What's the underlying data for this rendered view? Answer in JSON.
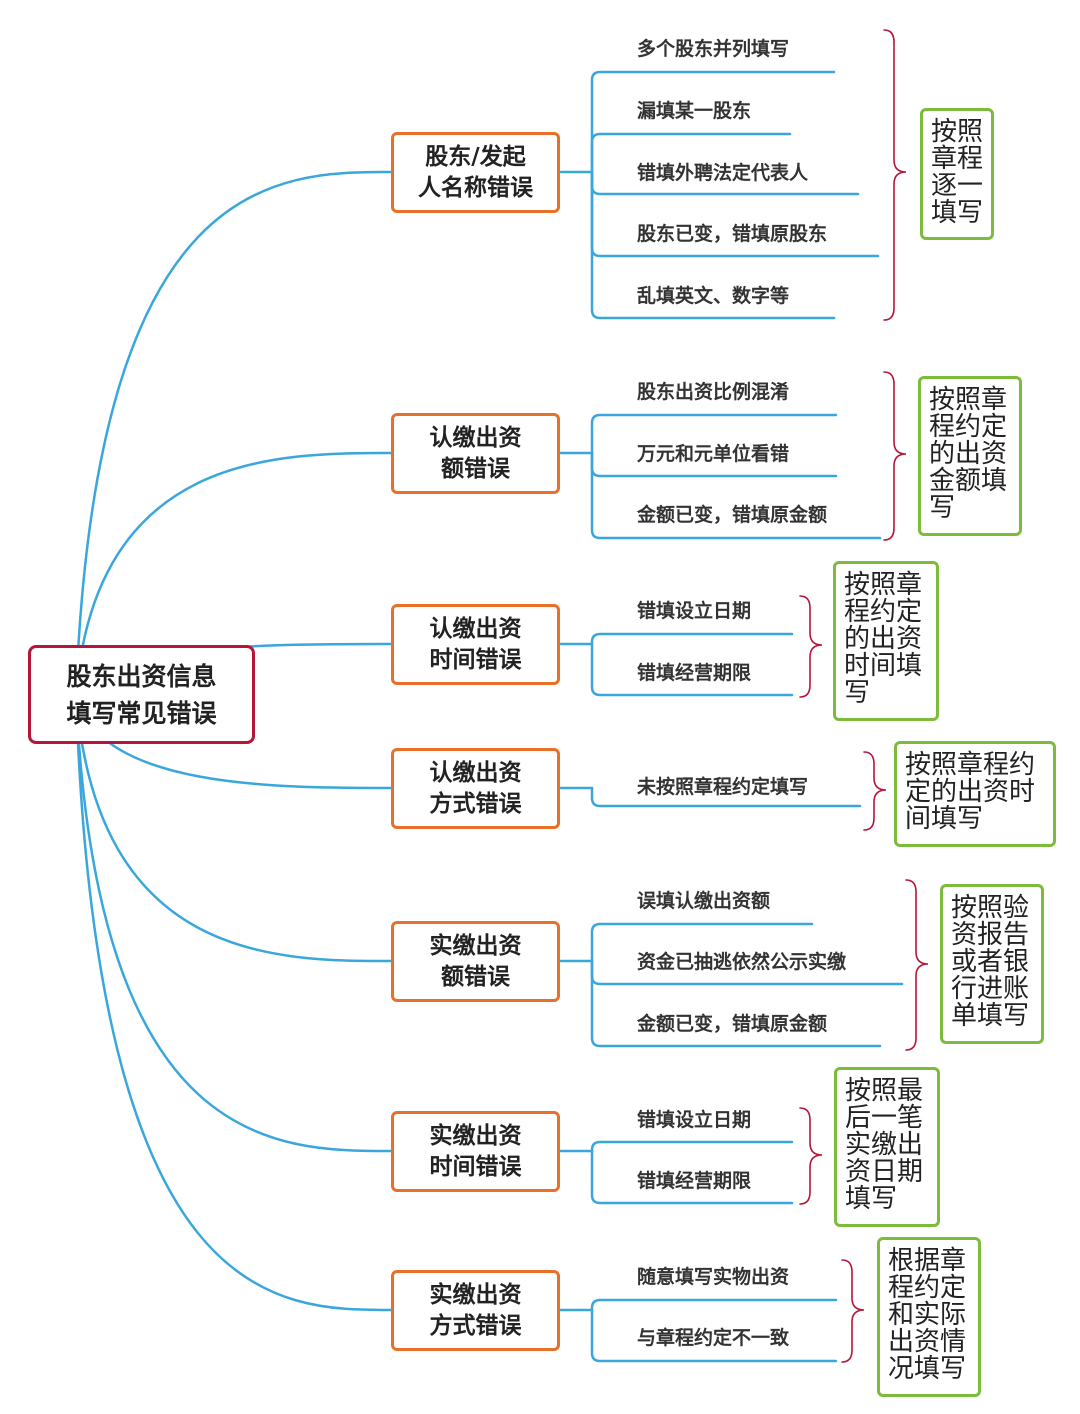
{
  "root": {
    "line1": "股东出资信息",
    "line2": "填写常见错误"
  },
  "groups": [
    {
      "title": [
        "股东/发起",
        "人名称错误"
      ],
      "items": [
        "多个股东并列填写",
        "漏填某一股东",
        "错填外聘法定代表人",
        "股东已变，错填原股东",
        "乱填英文、数字等"
      ],
      "note": "按照章程逐一填写"
    },
    {
      "title": [
        "认缴出资",
        "额错误"
      ],
      "items": [
        "股东出资比例混淆",
        "万元和元单位看错",
        "金额已变，错填原金额"
      ],
      "note": "按照章程约定的出资金额填写"
    },
    {
      "title": [
        "认缴出资",
        "时间错误"
      ],
      "items": [
        "错填设立日期",
        "错填经营期限"
      ],
      "note": "按照章程约定的出资时间填写"
    },
    {
      "title": [
        "认缴出资",
        "方式错误"
      ],
      "items": [
        "未按照章程约定填写"
      ],
      "note": "按照章程约定的出资时间填写"
    },
    {
      "title": [
        "实缴出资",
        "额错误"
      ],
      "items": [
        "误填认缴出资额",
        "资金已抽逃依然公示实缴",
        "金额已变，错填原金额"
      ],
      "note": "按照验资报告或者银行进账单填写"
    },
    {
      "title": [
        "实缴出资",
        "时间错误"
      ],
      "items": [
        "错填设立日期",
        "错填经营期限"
      ],
      "note": "按照最后一笔实缴出资日期填写"
    },
    {
      "title": [
        "实缴出资",
        "方式错误"
      ],
      "items": [
        "随意填写实物出资",
        "与章程约定不一致"
      ],
      "note": "根据章程约定和实际出资情况填写"
    }
  ],
  "colors": {
    "root_border": "#b5163a",
    "category_border": "#e8702a",
    "note_border": "#7dbb3c",
    "connector": "#3aa7dc",
    "brace": "#b5163a"
  }
}
